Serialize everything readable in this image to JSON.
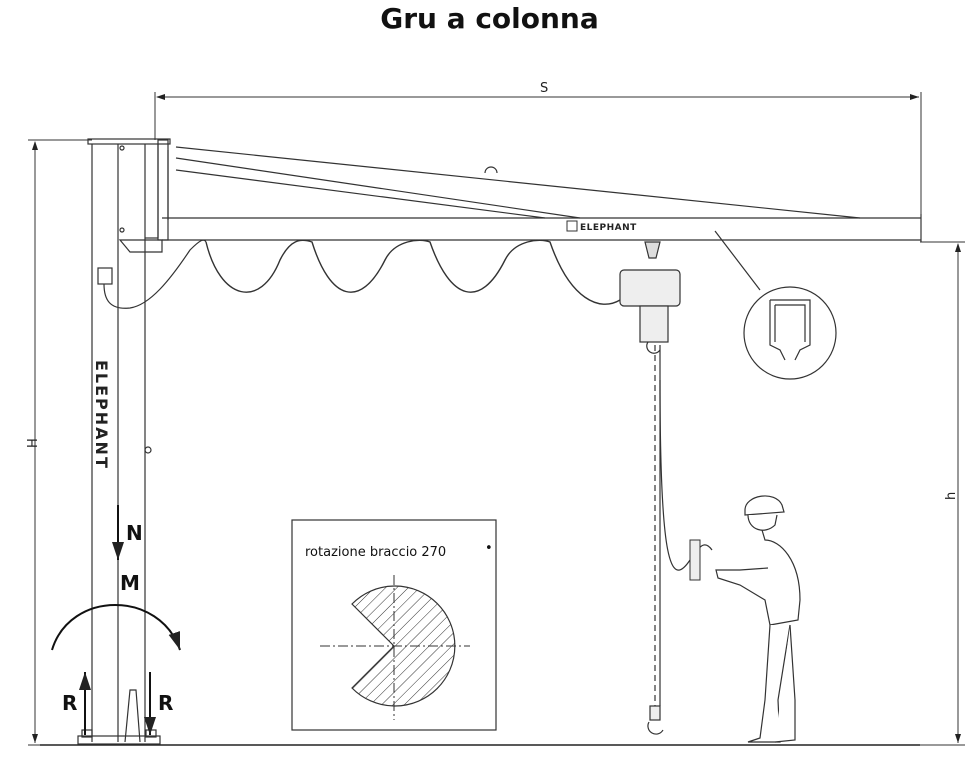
{
  "title": "Gru a colonna",
  "dimensions": {
    "span": "S",
    "total_height": "H",
    "hook_height": "h"
  },
  "forces": {
    "normal": "N",
    "moment": "M",
    "reaction_left": "R",
    "reaction_right": "R"
  },
  "brand": {
    "boom_label": "ELEPHANT",
    "column_label": "ELEPHANT"
  },
  "rotation": {
    "label": "rotazione braccio 270",
    "degree_mark": "•"
  },
  "icons": [
    "column-crane-drawing",
    "electric-hoist-icon",
    "worker-figure",
    "rail-profile-detail",
    "rotation-sector-icon"
  ]
}
